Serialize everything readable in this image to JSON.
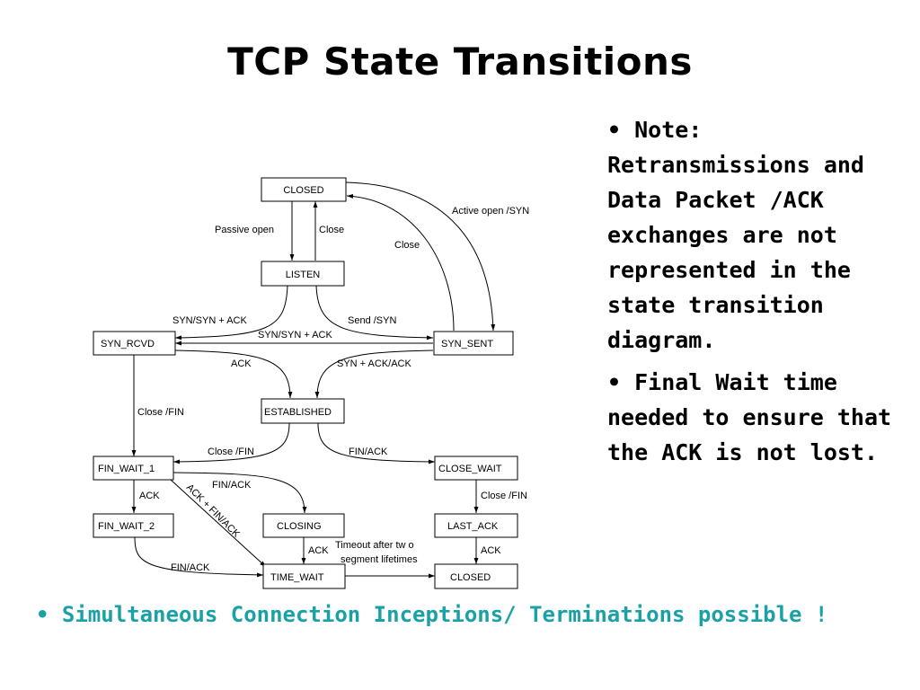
{
  "slide": {
    "title": "TCP State Transitions",
    "notes": [
      "• Note: Retransmissions and Data Packet /ACK exchanges are not represented in the state transition diagram.",
      "• Final Wait time needed to ensure that the ACK is not lost."
    ],
    "bottom_bullet": "• Simultaneous Connection Inceptions/ Terminations possible !",
    "bottom_bullet_color": "#1aa1a8"
  },
  "diagram": {
    "states": {
      "closed_top": "CLOSED",
      "listen": "LISTEN",
      "syn_rcvd": "SYN_RCVD",
      "syn_sent": "SYN_SENT",
      "established": "ESTABLISHED",
      "fin_wait_1": "FIN_WAIT_1",
      "fin_wait_2": "FIN_WAIT_2",
      "closing": "CLOSING",
      "time_wait": "TIME_WAIT",
      "close_wait": "CLOSE_WAIT",
      "last_ack": "LAST_ACK",
      "closed_bottom": "CLOSED"
    },
    "labels": {
      "passive_open": "Passive open",
      "close_listen": "Close",
      "active_open": "Active open   /SYN",
      "close_syn_sent": "Close",
      "syn_syn_ack_1": "SYN/SYN + ACK",
      "send_syn": "Send /SYN",
      "syn_syn_ack_2": "SYN/SYN + ACK",
      "ack": "ACK",
      "syn_ack_ack": "SYN + ACK/ACK",
      "close_fin_left": "Close /FIN",
      "close_fin_est": "Close /FIN",
      "fin_ack_est": "FIN/ACK",
      "fin_ack_fw1": "FIN/ACK",
      "ack_fw1": "ACK",
      "ack_fin_ack": "ACK + FIN/ACK",
      "close_fin_cw": "Close /FIN",
      "fin_ack_fw2": "FIN/ACK",
      "ack_closing": "ACK",
      "timeout_1": "Timeout after tw o",
      "timeout_2": "segment lifetimes",
      "ack_last": "ACK"
    }
  }
}
